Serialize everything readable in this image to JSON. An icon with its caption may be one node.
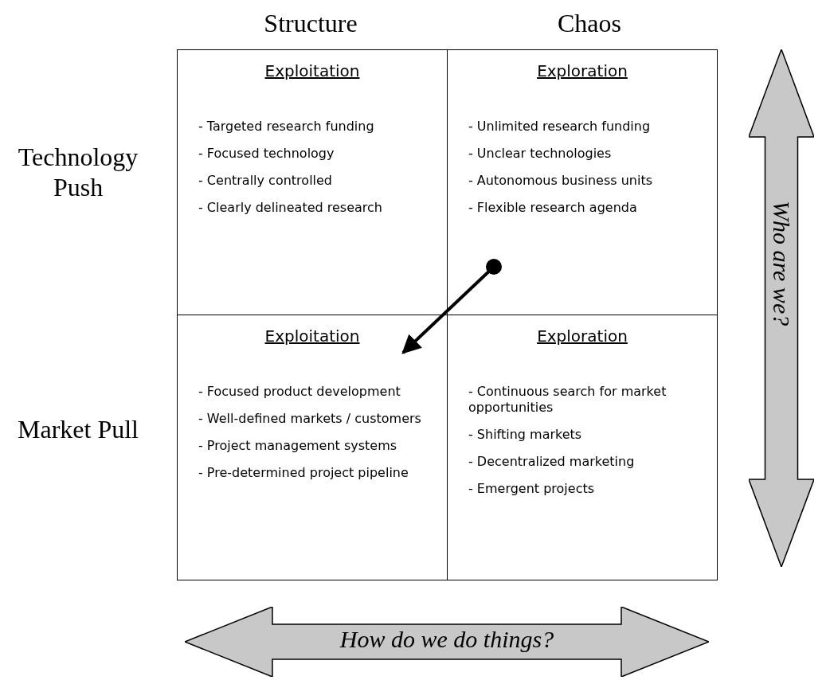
{
  "diagram": {
    "nodes": [
      {
        "text": [
          "Exploitation",
          "- Targeted research funding",
          "- Focused technology",
          "- Centrally controlled",
          "- Clearly delineated research"
        ]
      },
      {
        "text": [
          "Exploration",
          "- Unlimited research funding",
          "- Unclear technologies",
          "- Autonomous business units",
          "- Flexible research agenda"
        ]
      },
      {
        "text": [
          "Exploitation",
          "- Focused product development",
          "- Well-defined markets / customers",
          "- Project management systems",
          "- Pre-determined project pipeline"
        ]
      },
      {
        "text": [
          "Exploration",
          "- Continuous search for market opportunities",
          "- Shifting markets",
          "- Decentralized marketing",
          "- Emergent projects"
        ]
      },
      {
        "text": [
          "Who are we?"
        ]
      },
      {
        "text": [
          "How do we do things?"
        ]
      }
    ],
    "edges": [
      {
        "from": 1,
        "to": 2,
        "arrow": "to"
      }
    ],
    "labels": [
      "Structure",
      "Chaos",
      "Technology Push",
      "Market Pull"
    ]
  }
}
